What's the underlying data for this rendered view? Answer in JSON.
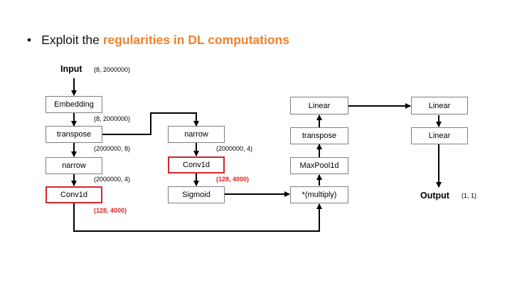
{
  "bullet": {
    "symbol": "•",
    "prefix": "Exploit the ",
    "highlight": "regularities in DL computations"
  },
  "colors": {
    "highlight": "#f0822a",
    "annotation_red": "#e0201e",
    "box_border": "#7f7f7f",
    "box_border_red": "#d0262b"
  },
  "input": {
    "label": "Input",
    "shape": "(8, 2000000)"
  },
  "output": {
    "label": "Output",
    "shape": "(1, 1)"
  },
  "boxes": {
    "embedding": "Embedding",
    "transpose_left": "transpose",
    "narrow_left": "narrow",
    "conv1d_left": "Conv1d",
    "narrow_mid": "narrow",
    "conv1d_mid": "Conv1d",
    "sigmoid": "Sigmoid",
    "multiply": "*(multiply)",
    "maxpool": "MaxPool1d",
    "transpose_right": "transpose",
    "linear_mid": "Linear",
    "linear_right_top": "Linear",
    "linear_right_bottom": "Linear"
  },
  "shapes": {
    "after_embedding": "(8, 2000000)",
    "after_transpose": "(2000000, 8)",
    "after_narrow_left": "(2000000, 4)",
    "after_narrow_mid": "(2000000, 4)",
    "conv1d_left_out": "(128, 4000)",
    "conv1d_mid_out": "(128, 4000)"
  }
}
